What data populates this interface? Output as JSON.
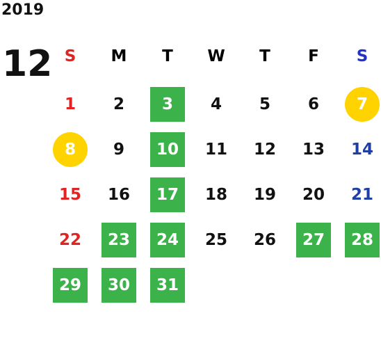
{
  "year": "2019",
  "month": "12",
  "weekdays": [
    "S",
    "M",
    "T",
    "W",
    "T",
    "F",
    "S"
  ],
  "colors": {
    "sunday": "#e02424",
    "saturday": "#1f3fa5",
    "highlight_green": "#3cb34a",
    "highlight_yellow": "#ffd300"
  },
  "days": [
    {
      "day": "1",
      "mark": "none"
    },
    {
      "day": "2",
      "mark": "none"
    },
    {
      "day": "3",
      "mark": "green"
    },
    {
      "day": "4",
      "mark": "none"
    },
    {
      "day": "5",
      "mark": "none"
    },
    {
      "day": "6",
      "mark": "none"
    },
    {
      "day": "7",
      "mark": "yellow"
    },
    {
      "day": "8",
      "mark": "yellow"
    },
    {
      "day": "9",
      "mark": "none"
    },
    {
      "day": "10",
      "mark": "green"
    },
    {
      "day": "11",
      "mark": "none"
    },
    {
      "day": "12",
      "mark": "none"
    },
    {
      "day": "13",
      "mark": "none"
    },
    {
      "day": "14",
      "mark": "none"
    },
    {
      "day": "15",
      "mark": "none"
    },
    {
      "day": "16",
      "mark": "none"
    },
    {
      "day": "17",
      "mark": "green"
    },
    {
      "day": "18",
      "mark": "none"
    },
    {
      "day": "19",
      "mark": "none"
    },
    {
      "day": "20",
      "mark": "none"
    },
    {
      "day": "21",
      "mark": "none"
    },
    {
      "day": "22",
      "mark": "none"
    },
    {
      "day": "23",
      "mark": "green"
    },
    {
      "day": "24",
      "mark": "green"
    },
    {
      "day": "25",
      "mark": "none"
    },
    {
      "day": "26",
      "mark": "none"
    },
    {
      "day": "27",
      "mark": "green"
    },
    {
      "day": "28",
      "mark": "green"
    },
    {
      "day": "29",
      "mark": "green"
    },
    {
      "day": "30",
      "mark": "green"
    },
    {
      "day": "31",
      "mark": "green"
    }
  ]
}
